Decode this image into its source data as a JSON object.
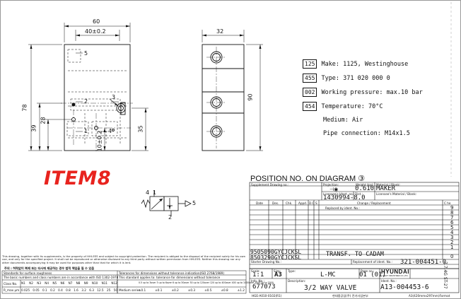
{
  "item_label": "ITEM8",
  "position_heading": "POSITION NO. ON DIAGRAM",
  "position_number": "③",
  "dimensions": {
    "front_width": "60",
    "front_inner": "40±0.2",
    "front_height": "78",
    "left_39": "39",
    "left_28": "28",
    "port_10": "10±0.2",
    "right_35": "35",
    "side_width": "32",
    "side_height": "90",
    "port_5": "5",
    "port_2": "2",
    "port_1": "1",
    "port_4": "4",
    "port_3": "3"
  },
  "specs": [
    {
      "tag": "125",
      "text": "Make: 1125, Westinghouse"
    },
    {
      "tag": "455",
      "text": "Type: 371 020 000 0"
    },
    {
      "tag": "002",
      "text": "Working pressure: max.10 bar"
    },
    {
      "tag": "454",
      "text": "Temperature: 70°C"
    },
    {
      "tag": "",
      "text": "Medium: Air"
    },
    {
      "tag": "",
      "text": "Pipe connection: M14x1.5"
    }
  ],
  "symbol_ports": {
    "p4": "4",
    "p1": "1",
    "p2": "2",
    "p5": "5"
  },
  "title_block": {
    "supplement_label": "Supplement Drawing no.:",
    "projection_label": "Projection:",
    "weight_label": "Weight (kg):",
    "weight_value": "0.610",
    "material_label": "Material / Blank:",
    "material_value": "MAKER",
    "licensee_ident_label": "Licensee's Ident. no.:",
    "licensee_ident_value": "1430994-8.0",
    "dist_label": "Dist.:",
    "licensee_material_label": "Licensee's Material / Blank:",
    "col_date": "Date",
    "col_des": "Des.",
    "col_chk": "Chk.",
    "col_appd": "Appd.",
    "col_dc": "D.C",
    "col_s": "S",
    "col_change": "Change / Replacement",
    "col_ch": "C he",
    "replaced_by": "Replaced by ident. No.:",
    "revision_numbers": [
      "9",
      "8",
      "7",
      "6",
      "5",
      "4",
      "3",
      "2",
      "1",
      "0"
    ],
    "rev_row1_id": "9505090GYCJCKSL",
    "rev_row2_id": "8503290GYCJCKSL",
    "transfer_note": "TRANSF. TO CADAM",
    "starter_drawing_label": "Starter Drawing No.:",
    "replacement_label": "Replacement of ident. No.:",
    "replacement_value": "321-004451-0",
    "scale_label": "Scale:",
    "scale_value": "1:1",
    "size_label": "Size:",
    "size_value": "A3",
    "type_label": "Type:",
    "type_value": "L-MC",
    "page_label": "Page no.:",
    "page_value": "01 (01)",
    "company": "HYUNDAI",
    "company_sub": "HEAVY INDUSTRIES CO.,LTD.",
    "info_label": "Info. No.:",
    "info_value": "677073",
    "description_label": "Description:",
    "description_value": "3/2 WAY VALVE",
    "ident_label": "Ident. No.:",
    "ident_value": "A13-004453-6",
    "footer_left": "HGE-A010-0102(R1)",
    "footer_mid": "현대중공업(주) 전기사업본부",
    "footer_right": "A3(420mmx297mm)Format"
  },
  "standards": {
    "heading": "Standards for surface roughness",
    "basic_note": "The basic numbers and class numbers are in accordance with ISO 1302-1978",
    "tol_heading": "Tolerances for dimensions without tolerance indication(ISO 2768/1989)",
    "tol_note": "This standard applies to: tolerance for dimensions without tolerance",
    "class_label": "Class No.",
    "class_cols": [
      "N1",
      "N2",
      "N3",
      "N4",
      "N5",
      "N6",
      "N7",
      "N8",
      "N9",
      "N10",
      "N11",
      "N12"
    ],
    "ra_label": "R_max μm",
    "ra_values": [
      "0.025",
      "0.05",
      "0.1",
      "0.2",
      "0.4",
      "0.8",
      "1.6",
      "3.2",
      "6.3",
      "12.5",
      "25",
      "50"
    ],
    "medium_series": "Medium series",
    "tol_ranges": [
      "0.5 up to 3",
      "over 3 up to 6",
      "over 6 up to 30",
      "over 30 up to 120",
      "over 120 up to 400",
      "over 400 up to 1000",
      "over 1000 up to 2000"
    ],
    "tol_values": [
      "±0.1",
      "±0.1",
      "±0.2",
      "±0.3",
      "±0.5",
      "±0.8",
      "±1.2"
    ],
    "korean_note": "주의 : 허락없이 복제 또는 타사에 제공하는 경우 법적 책임을 질 수 있음",
    "legal_text": "This drawing, together with its supplements, is the property of HHI-EES and subject to copyright protection. The recipient is obliged to the disposal of the recipient solely for his own use, and only for the specified project. It shall not be reproduced or otherwise disclosed to any third party without written permission from HHI-EES. Neither this drawing nor any other documents accompanying it may be used for purposes other than that for which it is lent."
  },
  "margin_note": "7.7.4G ST-27"
}
